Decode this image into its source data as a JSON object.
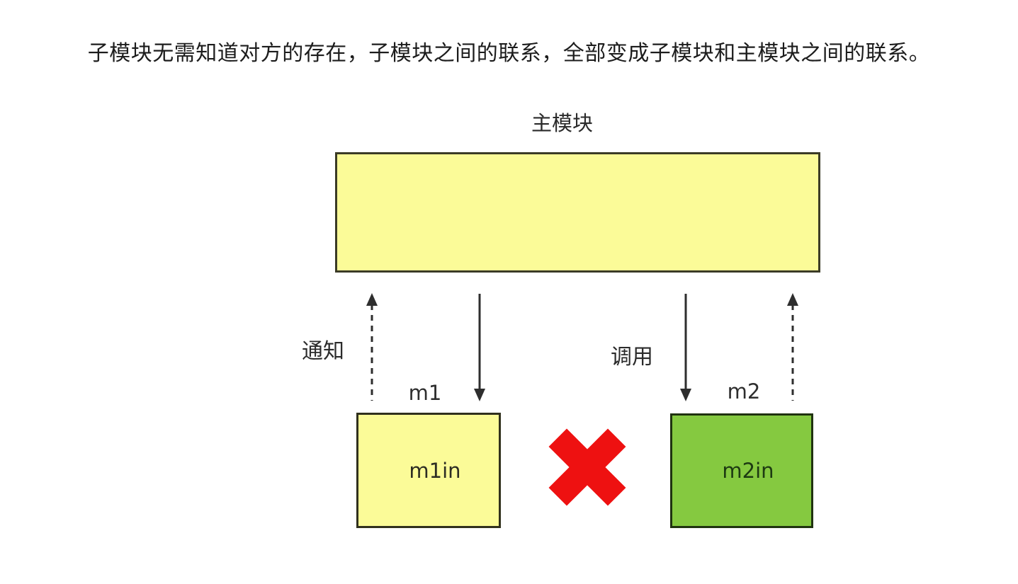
{
  "title": {
    "text": "子模块无需知道对方的存在，子模块之间的联系，全部变成子模块和主模块之间的联系。"
  },
  "diagram": {
    "main_module": {
      "label": "主模块",
      "fill": "#fbfb98",
      "border_color": "#3b3b26"
    },
    "left_link": {
      "notify_label": "通知",
      "notify_arrow": {
        "style": "dashed",
        "direction": "up"
      },
      "dispatch_arrow": {
        "style": "solid",
        "direction": "down"
      }
    },
    "right_link": {
      "call_label": "调用",
      "call_arrow": {
        "style": "solid",
        "direction": "down"
      },
      "notify_arrow": {
        "style": "dashed",
        "direction": "up"
      }
    },
    "module_m1": {
      "title": "m1",
      "content": "m1in",
      "fill": "#fbfb98",
      "border_color": "#30301d"
    },
    "module_m2": {
      "title": "m2",
      "content": "m2in",
      "fill": "#85c940",
      "border_color": "#203310"
    },
    "no_direct_link": {
      "icon": "x-mark",
      "color": "#ee1111"
    }
  }
}
